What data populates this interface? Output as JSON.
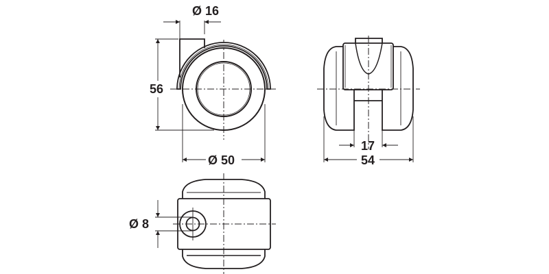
{
  "drawing": {
    "subject": "Twin wheel castor technical drawing",
    "stroke_color": "#231f20",
    "background": "#ffffff",
    "views": {
      "side_view": {
        "dimensions": {
          "stem_diameter": "Ø 16",
          "height": "56",
          "wheel_diameter": "Ø 50"
        }
      },
      "front_view": {
        "dimensions": {
          "gap_width": "17",
          "overall_width": "54"
        }
      },
      "top_view": {
        "dimensions": {
          "hole_diameter": "Ø 8"
        }
      }
    }
  }
}
